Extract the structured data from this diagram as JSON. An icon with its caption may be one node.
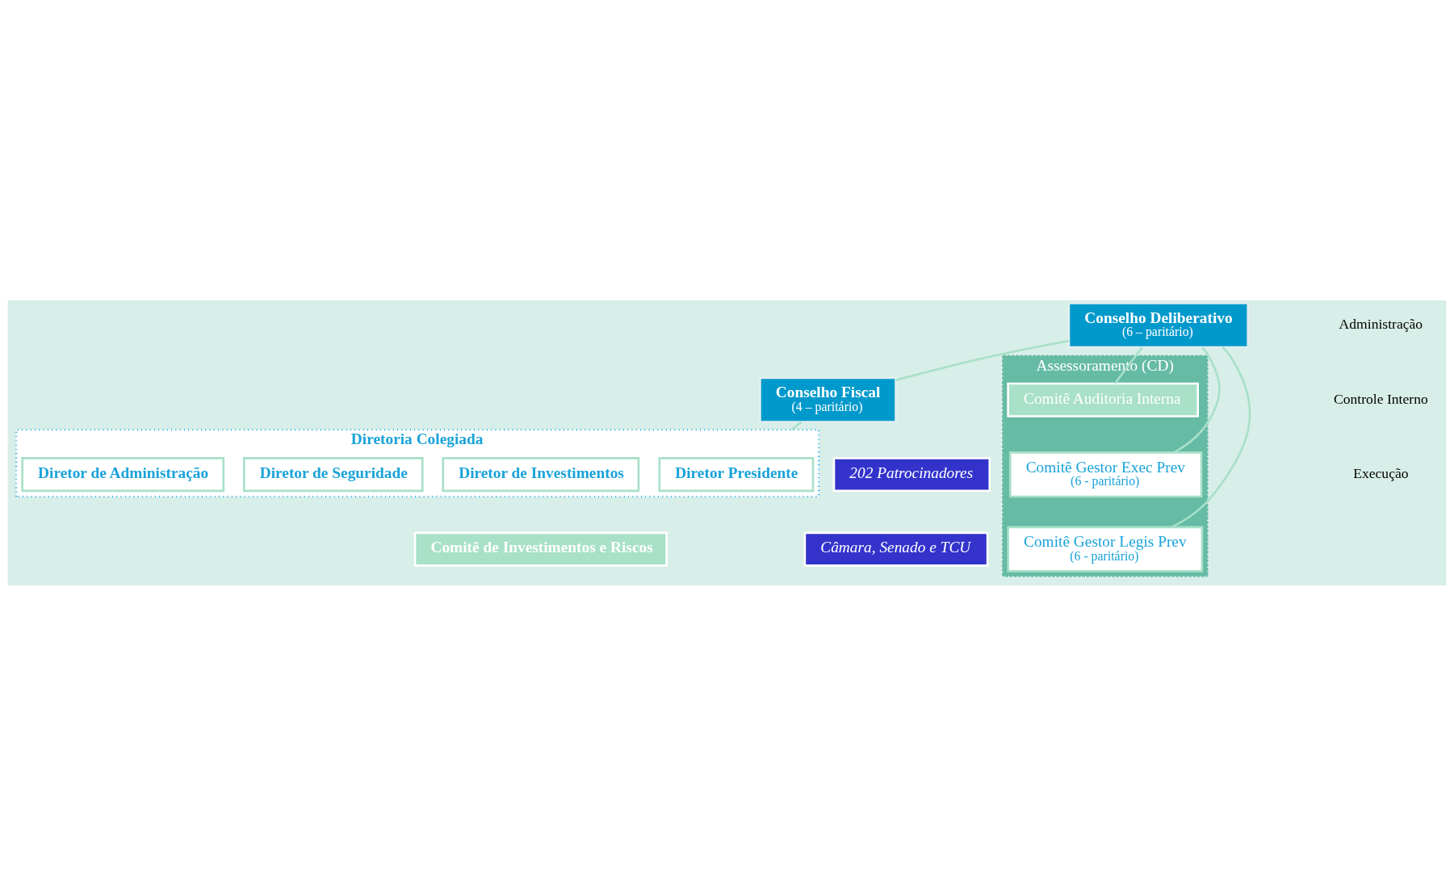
{
  "diagram": {
    "nodes": [
      {
        "text": [
          "Conselho Deliberativo",
          "(6 – paritário)"
        ]
      },
      {
        "text": [
          "Conselho Fiscal",
          "(4 – paritário)"
        ]
      },
      {
        "text": [
          "Assessoramento (CD)"
        ]
      },
      {
        "text": [
          "Comitê Auditoria Interna"
        ],
        "in": 2
      },
      {
        "text": [
          "Comitê Gestor Exec Prev",
          "(6 - paritário)"
        ],
        "in": 2
      },
      {
        "text": [
          "Comitê Gestor Legis Prev",
          "(6 - paritário)"
        ],
        "in": 2
      },
      {
        "text": [
          "202 Patrocinadores"
        ]
      },
      {
        "text": [
          "Câmara, Senado e TCU"
        ]
      },
      {
        "text": [
          "Diretoria Colegiada"
        ]
      },
      {
        "text": [
          "Diretor Presidente"
        ],
        "in": 8
      },
      {
        "text": [
          "Diretor de Investimentos"
        ],
        "in": 8
      },
      {
        "text": [
          "Diretor de Seguridade"
        ],
        "in": 8
      },
      {
        "text": [
          "Diretor de Administração"
        ],
        "in": 8
      },
      {
        "text": [
          "Comitê de Investimentos e Riscos"
        ]
      }
    ],
    "edges": [
      {
        "from": 0,
        "to": 1,
        "arrow": "none"
      },
      {
        "from": 1,
        "to": 8,
        "arrow": "none"
      },
      {
        "from": 0,
        "to": 3,
        "arrow": "none"
      },
      {
        "from": 0,
        "to": 4,
        "arrow": "none"
      },
      {
        "from": 0,
        "to": 5,
        "arrow": "none"
      }
    ],
    "labels": [
      "Administração",
      "Controle Interno",
      "Execução"
    ]
  }
}
